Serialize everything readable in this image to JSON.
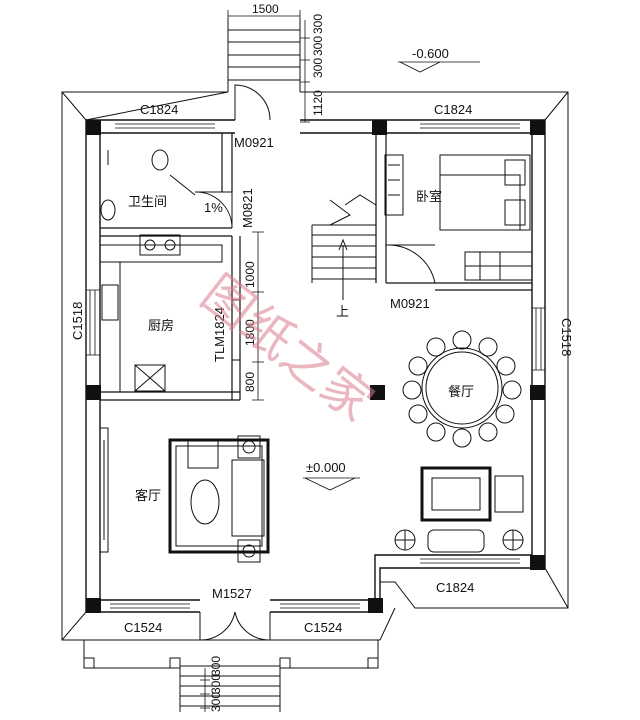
{
  "levels": {
    "outdoor": "-0.600",
    "indoor": "±0.000"
  },
  "rooms": {
    "bathroom": "卫生间",
    "bedroom": "卧室",
    "kitchen": "厨房",
    "dining": "餐厅",
    "living": "客厅"
  },
  "stair_up": "上",
  "slope": "1%",
  "openings": {
    "door_entry": "M0921",
    "door_bathroom": "M0821",
    "door_bedroom": "M0921",
    "door_main": "M1527",
    "kitchen_door": "TLM1824",
    "win_top_left": "C1824",
    "win_top_right": "C1824",
    "win_bottom_right": "C1824",
    "win_left": "C1518",
    "win_right": "C1518",
    "win_bottom_left": "C1524",
    "win_bottom_mid": "C1524"
  },
  "dimensions": {
    "stair_width": "1500",
    "top_300a": "300",
    "top_300b": "300",
    "top_300c": "300",
    "top_1120": "1120",
    "left_1000": "1000",
    "left_1800": "1800",
    "left_800": "800",
    "bottom_300a": "300",
    "bottom_300b": "300",
    "bottom_300c": "300"
  },
  "watermark": "图纸之家"
}
